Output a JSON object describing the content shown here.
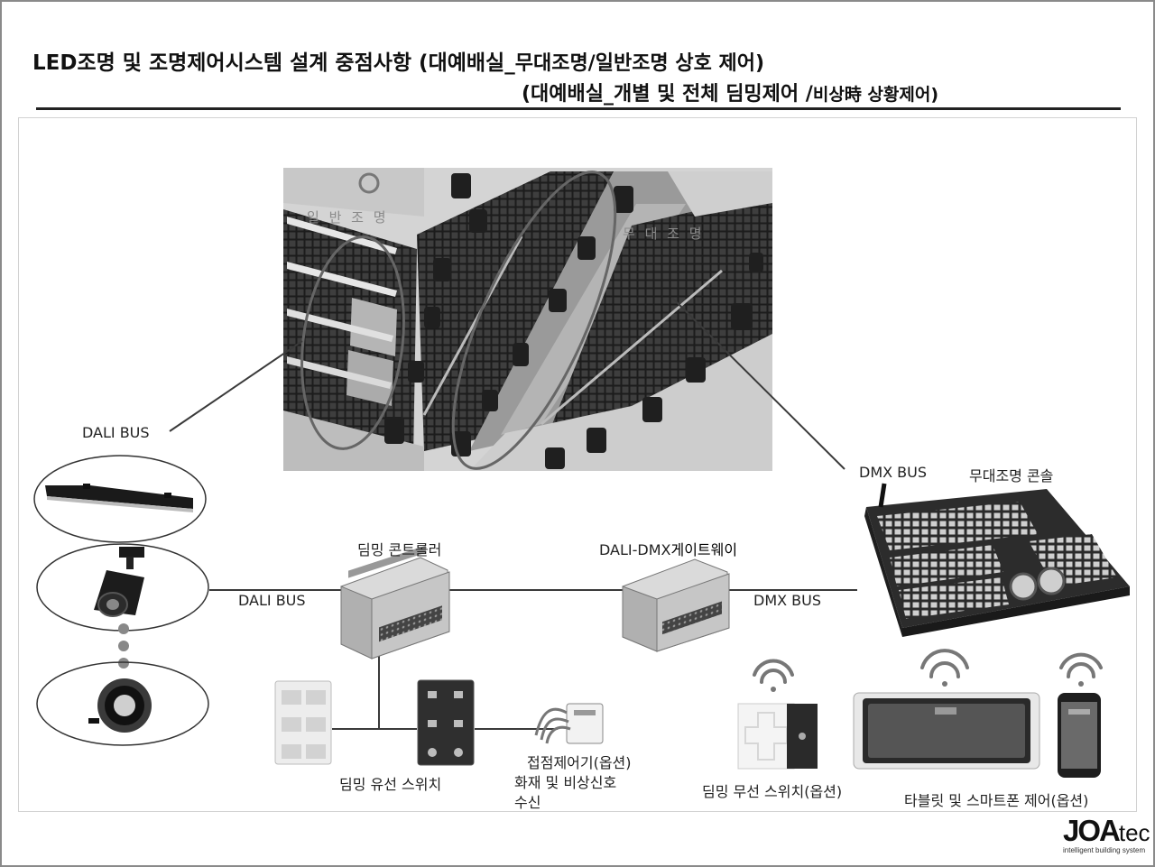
{
  "header": {
    "title_line1_main": "LED조명 및 조명제어시스템 설계 중점사항  (대예배실_",
    "title_line1_sub": "무대조명/일반조명 상호 제어)",
    "title_line2_main": "(대예배실_개별 및 전체 딤밍제어 /",
    "title_line2_sub": "비상時 상황제어)"
  },
  "render_overlay": {
    "general_light_label": "일 반 조 명",
    "stage_light_label": "무 대 조 명"
  },
  "labels": {
    "dali_bus_top": "DALI BUS",
    "dali_bus_mid": "DALI BUS",
    "dimming_controller": "딤밍 콘트롤러",
    "dali_dmx_prefix": "DALI-DMX",
    "dali_dmx_suffix": "게이트웨이",
    "dmx_bus_mid": "DMX BUS",
    "dmx_bus_top": "DMX BUS",
    "stage_console": "무대조명 콘솔",
    "wired_switch": "딤밍 유선 스위치",
    "contact_controller": "접점제어기(옵션)",
    "fire_signal_line1": "화재 및 비상신호",
    "fire_signal_line2": "수신",
    "wireless_switch": "딤밍 무선 스위치(옵션)",
    "tablet_control": "타블릿 및 스마트폰 제어(옵션)"
  },
  "logo": {
    "brand_main": "JOA",
    "brand_tec": "tec",
    "tagline": "intelligent building system"
  },
  "colors": {
    "line": "#3a3a3a",
    "device_body": "#d9d9d9",
    "device_dark": "#555555"
  }
}
